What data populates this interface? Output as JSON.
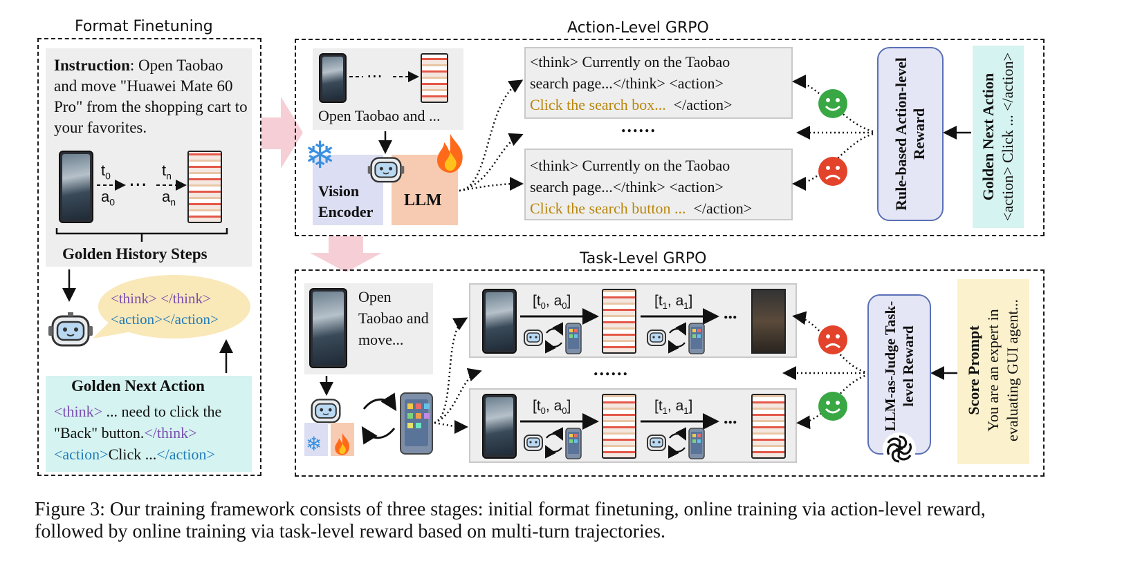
{
  "panels": {
    "format_title": "Format Finetuning",
    "action_title": "Action-Level GRPO",
    "task_title": "Task-Level GRPO"
  },
  "format": {
    "instruction_label": "Instruction",
    "instruction_text": ": Open Taobao and move \"Huawei Mate 60 Pro\" from the shopping cart to your favorites.",
    "t0": "t",
    "t0_sub": "0",
    "a0": "a",
    "a0_sub": "0",
    "tn": "t",
    "tn_sub": "n",
    "an": "a",
    "an_sub": "n",
    "history_label": "Golden History Steps",
    "bubble_think": "<think> </think>",
    "bubble_action": "<action></action>",
    "golden_title": "Golden Next Action",
    "golden_think_open": "<think>",
    "golden_think_body": " ... need to click the \"Back\" button.",
    "golden_think_close": "</think>",
    "golden_action_open": "<action>",
    "golden_action_body": "Click ...",
    "golden_action_close": "</action>"
  },
  "action": {
    "query": "Open Taobao and ...",
    "vision_encoder": "Vision Encoder",
    "llm": "LLM",
    "out1_line1": "<think> Currently on the Taobao",
    "out1_line2": "search page...</think> <action>",
    "out1_line3_gold": "Click the search box...",
    "out1_line3_end": "</action>",
    "dots": "......",
    "out2_line1": "<think> Currently on the Taobao",
    "out2_line2": "search page...</think> <action>",
    "out2_line3_gold": "Click the search button ...",
    "out2_line3_end": "</action>",
    "reward_box": "Rule-based Action-level Reward",
    "golden_next_title": "Golden Next Action",
    "golden_next_text": "<action> Click ... </action>"
  },
  "task": {
    "query": "Open Taobao and move...",
    "traj1_step0": "[t",
    "traj1_step0_sub": "0",
    "traj1_step0_end": ", a",
    "traj1_step0_sub2": "0",
    "traj1_step0_close": "]",
    "traj1_step1": "[t",
    "traj1_step1_sub": "1",
    "traj1_step1_end": ", a",
    "traj1_step1_sub2": "1",
    "traj1_step1_close": "]",
    "ellipsis": "...",
    "dots": "......",
    "judge_box": "LLM-as-Judge Task-level Reward",
    "score_title": "Score Prompt",
    "score_text": "You are an expert in evaluating GUI agent..."
  },
  "caption": {
    "line1": "Figure 3: Our training framework consists of three stages: initial format finetuning, online training via action-level reward,",
    "line2": "followed by online training via task-level reward based on multi-turn trajectories."
  },
  "colors": {
    "teal_box": "#d5f3f0",
    "bubble": "#f9e8b8",
    "reward_box": "#e5e6f5",
    "reward_border": "#5a6fb5",
    "score_box": "#fbf1cc",
    "vision_box": "#dcdff3",
    "llm_box": "#f6cbb2",
    "pink_arrow": "#f6cfd6",
    "happy": "#3aa745",
    "sad": "#e3432b"
  }
}
